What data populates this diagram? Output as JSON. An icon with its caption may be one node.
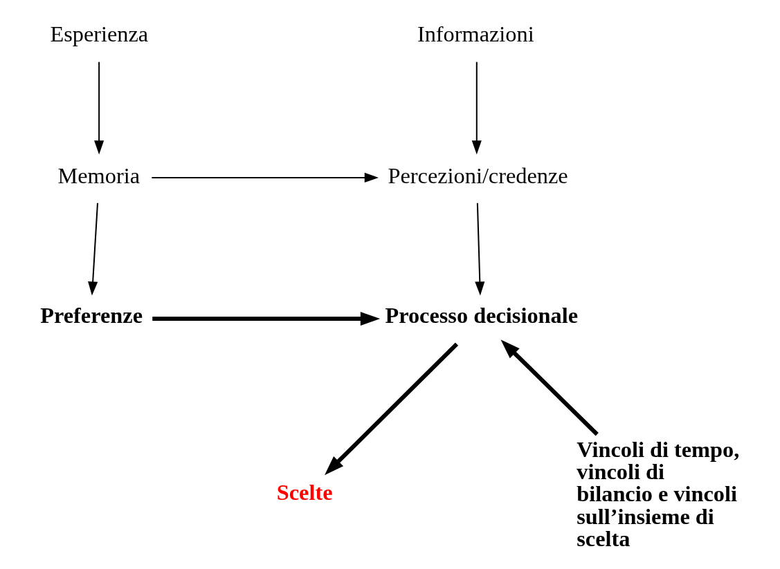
{
  "diagram": {
    "nodes": [
      {
        "text": [
          "Esperienza"
        ]
      },
      {
        "text": [
          "Informazioni"
        ]
      },
      {
        "text": [
          "Memoria"
        ]
      },
      {
        "text": [
          "Percezioni/credenze"
        ]
      },
      {
        "text": [
          "Preferenze"
        ]
      },
      {
        "text": [
          "Processo decisionale"
        ]
      },
      {
        "text": [
          "Vincoli di tempo, vincoli di bilancio e vincoli sull’insieme di scelta"
        ]
      },
      {
        "text": [
          "Scelte"
        ]
      }
    ],
    "edges": [
      {
        "from": 0,
        "to": 2,
        "arrow": "to"
      },
      {
        "from": 1,
        "to": 3,
        "arrow": "to"
      },
      {
        "from": 2,
        "to": 3,
        "arrow": "to"
      },
      {
        "from": 2,
        "to": 4,
        "arrow": "to"
      },
      {
        "from": 3,
        "to": 5,
        "arrow": "to"
      },
      {
        "from": 4,
        "to": 5,
        "arrow": "to",
        "style": "thick"
      },
      {
        "from": 6,
        "to": 5,
        "arrow": "to",
        "style": "thick"
      },
      {
        "from": 5,
        "to": 7,
        "arrow": "to",
        "style": "thick"
      }
    ]
  }
}
